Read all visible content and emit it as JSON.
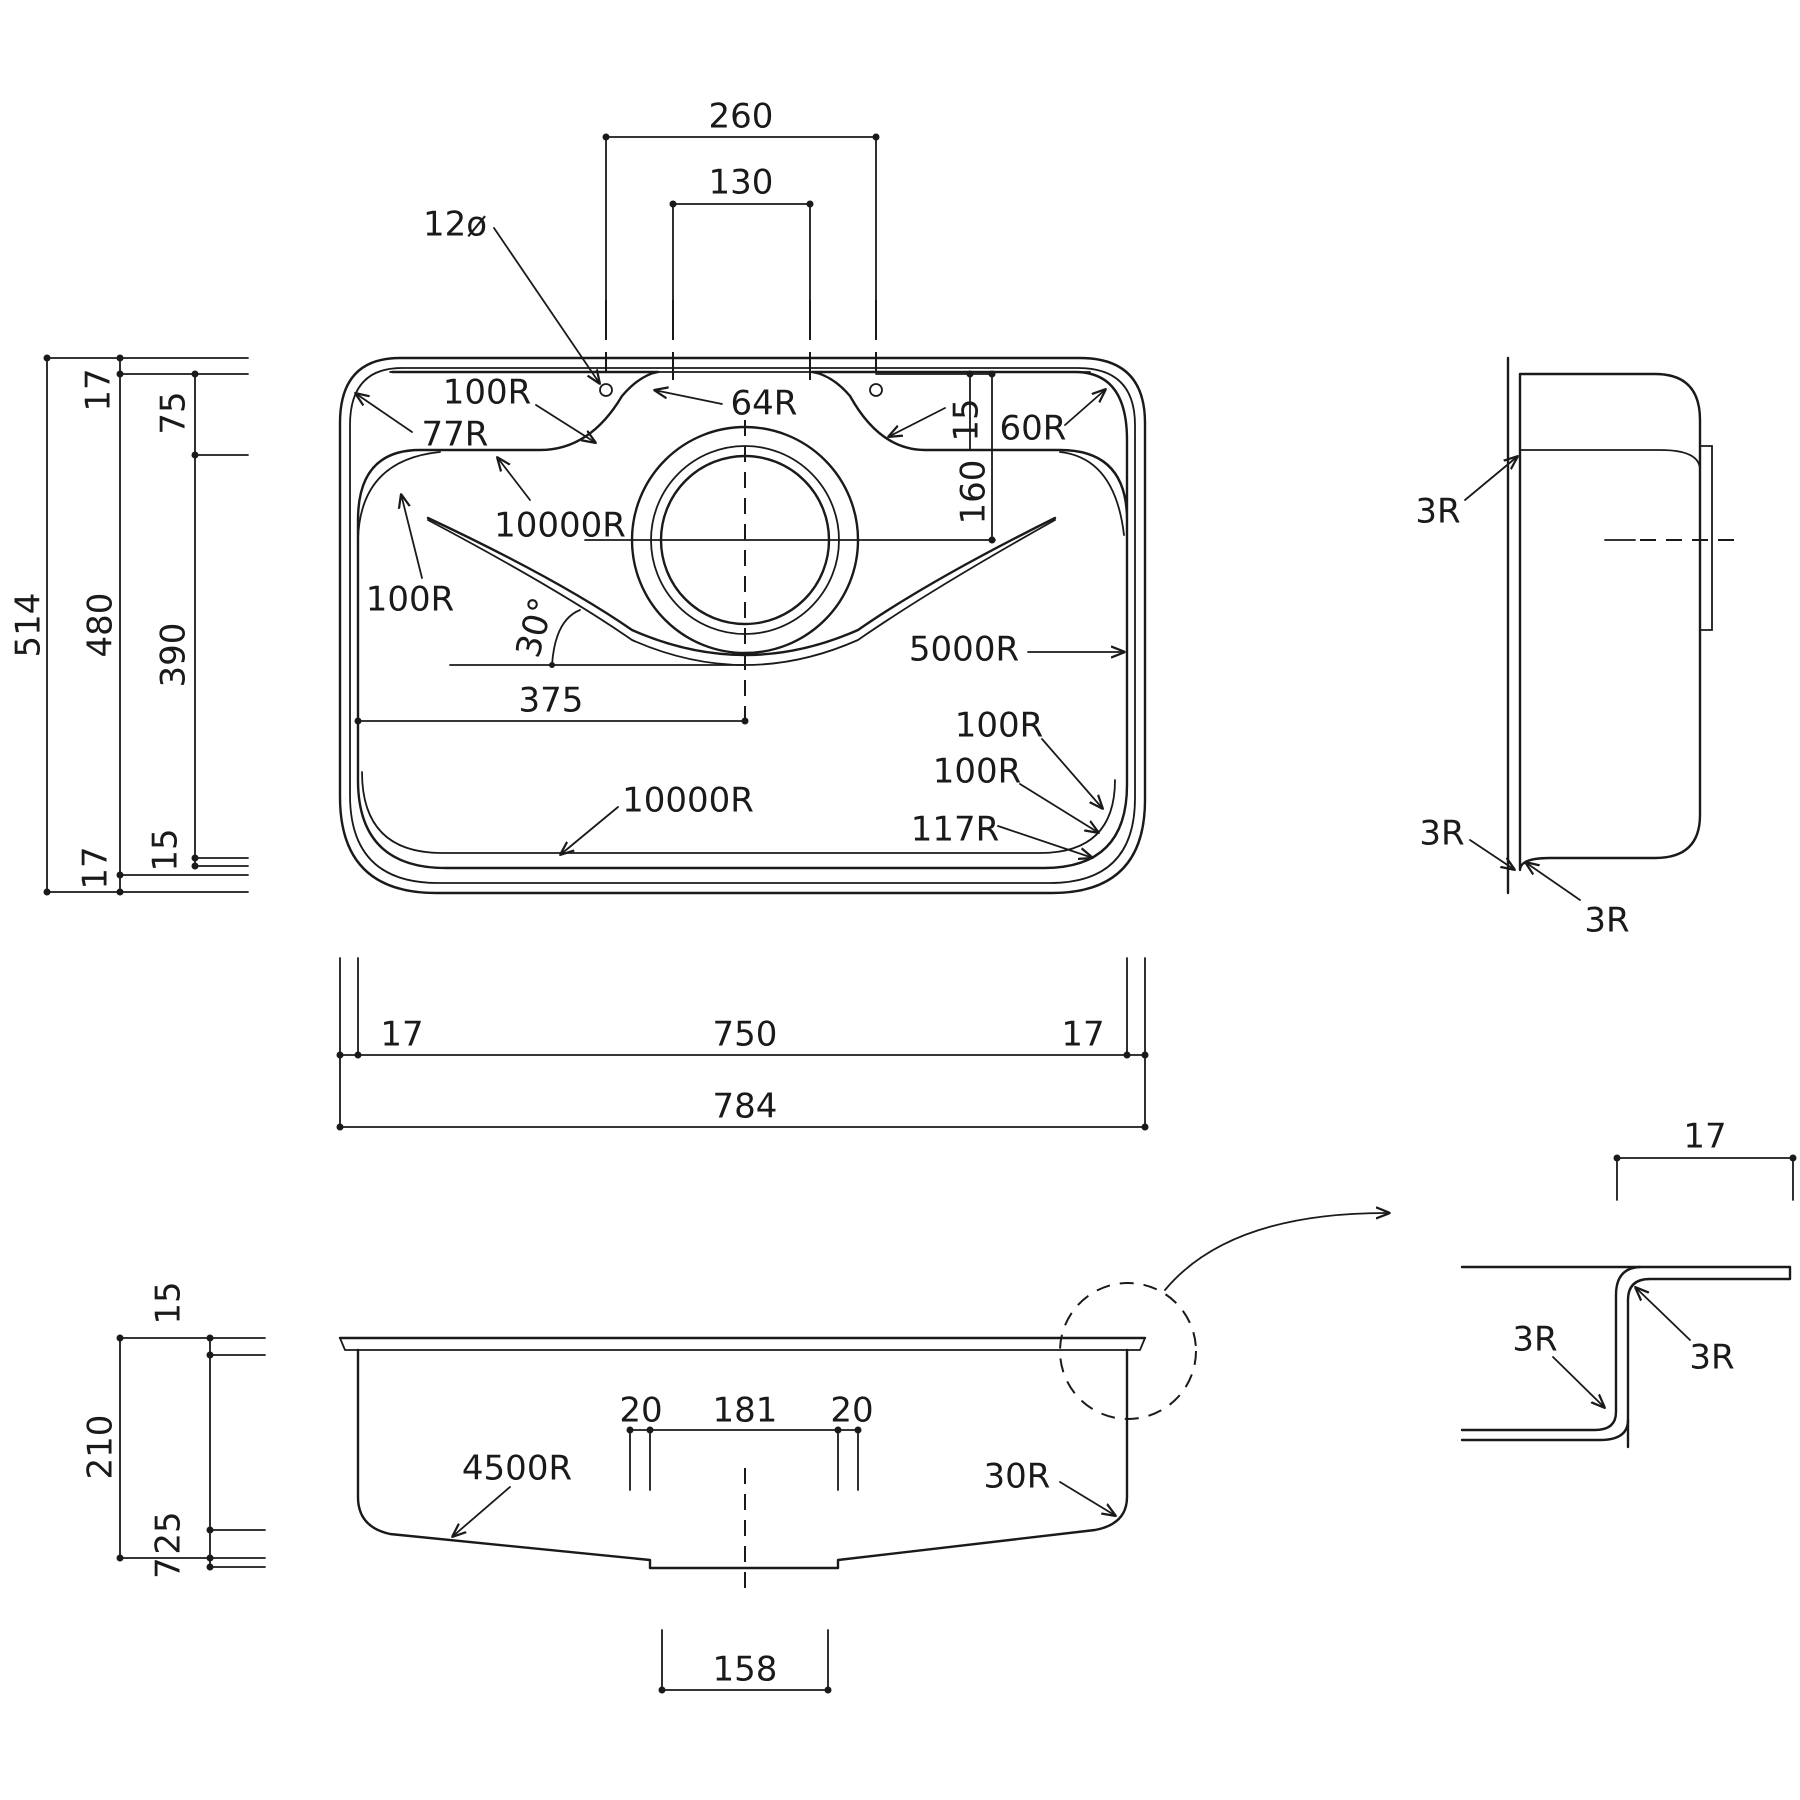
{
  "plan_view": {
    "dimensions": {
      "top_outer": "260",
      "top_inner": "130",
      "hole_dia": "12ø",
      "r_100_top": "100R",
      "r_77": "77R",
      "r_64": "64R",
      "d_15_right": "15",
      "r_60": "60R",
      "d_160": "160",
      "r_10000_upper": "10000R",
      "r_100_left": "100R",
      "angle_30": "30°",
      "d_375": "375",
      "r_5000": "5000R",
      "r_100_right_a": "100R",
      "r_100_right_b": "100R",
      "r_117": "117R",
      "r_10000_bottom": "10000R"
    }
  },
  "left_dimensions": {
    "d_17_top": "17",
    "d_75": "75",
    "d_514": "514",
    "d_480": "480",
    "d_390": "390",
    "d_15": "15",
    "d_17_bottom": "17"
  },
  "bottom_dimensions": {
    "d_17_left": "17",
    "d_750": "750",
    "d_17_right": "17",
    "d_784": "784"
  },
  "side_view": {
    "r_3_top": "3R",
    "r_3_bottom_left": "3R",
    "r_3_bottom_right": "3R"
  },
  "front_section": {
    "d_15": "15",
    "d_210": "210",
    "d_25": "25",
    "d_7": "7",
    "d_20_left": "20",
    "d_181": "181",
    "d_20_right": "20",
    "r_4500": "4500R",
    "r_30": "30R",
    "d_158": "158"
  },
  "detail_view": {
    "d_17": "17",
    "r_3_left": "3R",
    "r_3_right": "3R"
  }
}
